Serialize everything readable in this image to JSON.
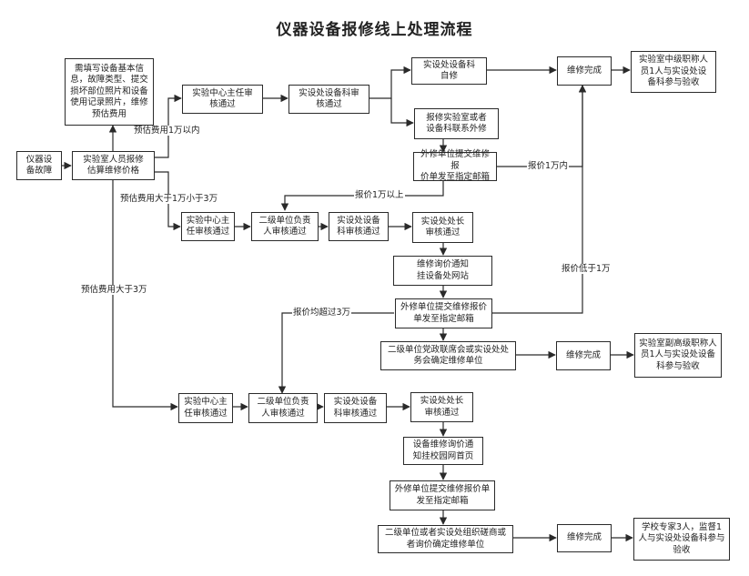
{
  "title": "仪器设备报修线上处理流程",
  "nodes": {
    "n_fault": "仪器设\n备故障",
    "n_estimate": "实验室人员报修\n估算维修价格",
    "n_info": "需填写设备基本信\n息，故障类型、提交\n损坏部位照片和设备\n使用记录照片，维修\n预估费用",
    "n_a1": "实验中心主任审\n核通过",
    "n_a2": "实设处设备科审\n核通过",
    "n_a3": "实设处设备科\n自修",
    "n_a4": "报修实验室或者\n设备科联系外修",
    "n_a5": "外修单位提交维修报\n价单发至指定邮箱",
    "n_done1": "维修完成",
    "n_accept1": "实验室中级职称人\n员1人与实设处设\n备科参与验收",
    "n_b1": "实验中心主\n任审核通过",
    "n_b2": "二级单位负责\n人审核通过",
    "n_b3": "实设处设备\n科审核通过",
    "n_b4": "实设处处长\n审核通过",
    "n_b5": "维修询价通知\n挂设备处网站",
    "n_b6": "外修单位提交维修报价\n单发至指定邮箱",
    "n_b7": "二级单位党政联席会或实设处处\n务会确定维修单位",
    "n_done2": "维修完成",
    "n_accept2": "实验室副高级职称人\n员1人与实设处设备\n科参与验收",
    "n_c1": "实验中心主\n任审核通过",
    "n_c2": "二级单位负责\n人审核通过",
    "n_c3": "实设处设备\n科审核通过",
    "n_c4": "实设处处长\n审核通过",
    "n_c5": "设备维修询价通\n知挂校园网首页",
    "n_c6": "外修单位提交维修报价单\n发至指定邮箱",
    "n_c7": "二级单位或者实设处组织磋商或\n者询价确定维修单位",
    "n_done3": "维修完成",
    "n_accept3": "学校专家3人，监督1\n人与实设处设备科参与\n验收"
  },
  "edge_labels": {
    "l_under1w": "预估费用1万以内",
    "l_1w_3w": "预估费用大于1万小于3万",
    "l_over3w": "预估费用大于3万",
    "l_quote_under1w": "报价1万内",
    "l_quote_over1w": "报价1万以上",
    "l_quote_low1w": "报价低于1万",
    "l_quote_over3w": "报价均超过3万"
  }
}
